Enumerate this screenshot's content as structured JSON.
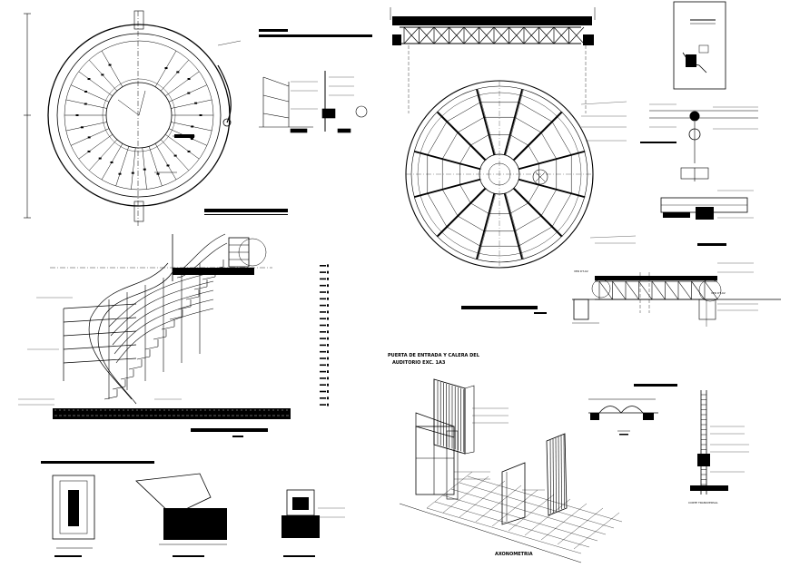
{
  "sheet": {
    "background": "#ffffff",
    "ink": "#000000"
  },
  "labels": {
    "entrance_title_line1": "PUERTA DE ENTRADA Y CALERA DEL",
    "entrance_title_line2": "AUDITORIO EXC. 1A3",
    "axonometric": "AXONOMETRIA",
    "transverse_cut": "CORTE TRANSVERSAL",
    "view_left": "VER DT-02",
    "view_right": "VER DT-02"
  }
}
